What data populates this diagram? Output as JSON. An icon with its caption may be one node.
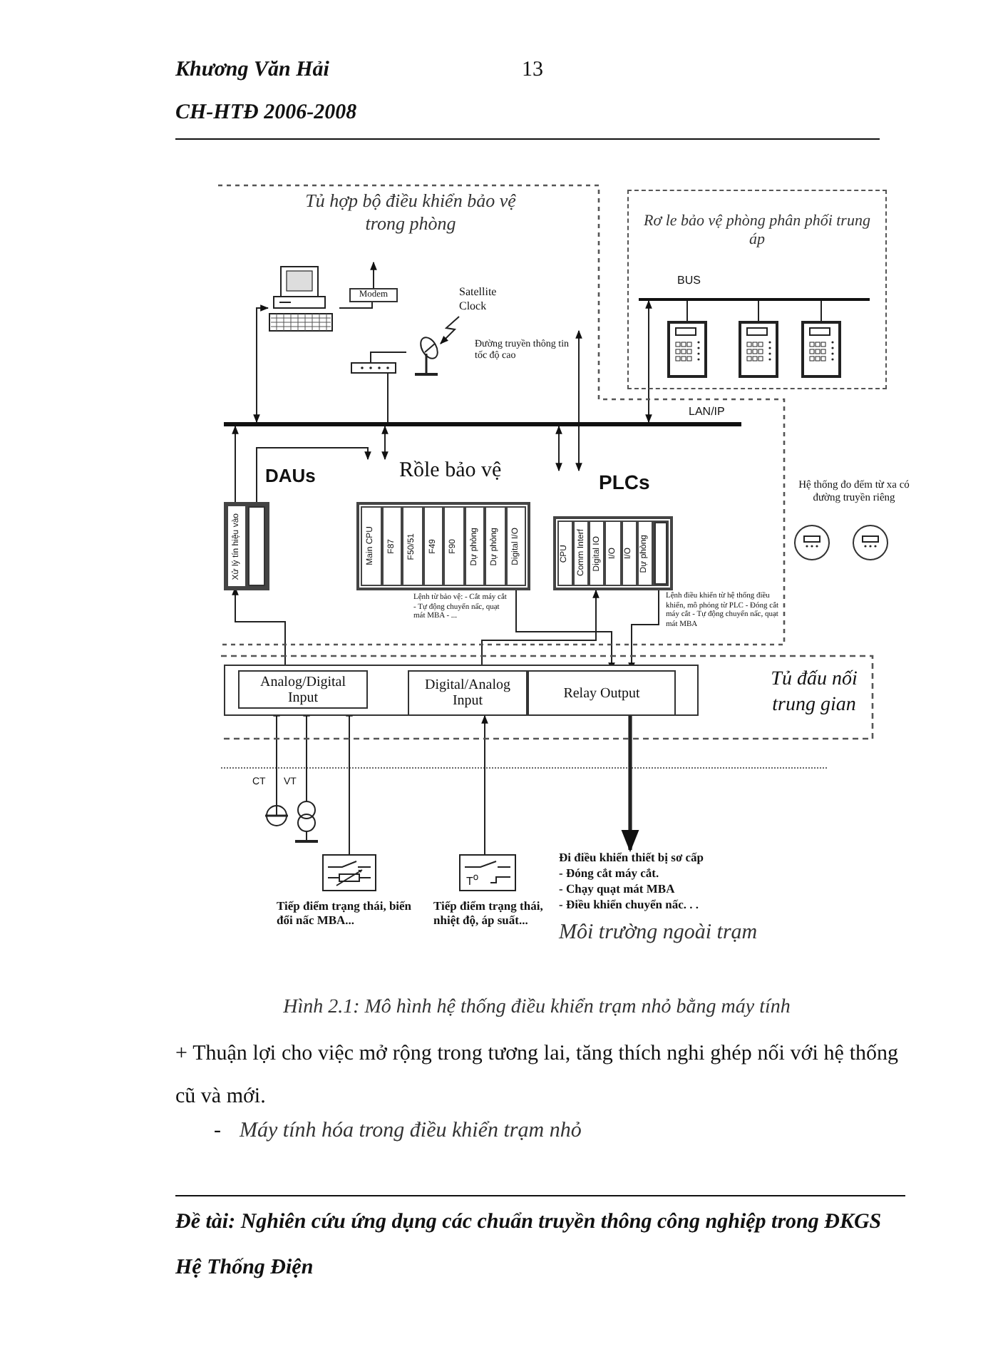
{
  "diagram": {
    "caption": "Hình 2.1: Mô hình hệ thống điều khiển trạm nhỏ bằng máy tính",
    "nodes": [
      {
        "text": [
          "Tủ hợp bộ điều khiển bảo vệ trong phòng"
        ]
      },
      {
        "text": [
          "Rơ le bảo vệ phòng phân phối trung áp"
        ]
      },
      {
        "text": [],
        "shape": "picture",
        "in": 0
      },
      {
        "text": [
          "Modem"
        ],
        "in": 0
      },
      {
        "text": [],
        "shape": "picture",
        "in": 0
      },
      {
        "text": [
          "Satellite Clock"
        ],
        "in": 0
      },
      {
        "text": [],
        "shape": "picture",
        "in": 0
      },
      {
        "text": [],
        "shape": "bar",
        "in": 0
      },
      {
        "text": [],
        "shape": "bar",
        "in": 1
      },
      {
        "text": [],
        "shape": "picture"
      },
      {
        "text": [],
        "shape": "picture"
      },
      {
        "text": [],
        "shape": "picture",
        "in": 1
      },
      {
        "text": [
          "DAUs"
        ],
        "in": 0
      },
      {
        "text": [
          "Xử lý tín hiệu vào"
        ],
        "in": 12
      },
      {
        "text": [],
        "shape": "box",
        "in": 12
      },
      {
        "text": [
          "Rồle bảo vệ"
        ],
        "in": 0
      },
      {
        "text": [
          "Main CPU"
        ],
        "in": 15
      },
      {
        "text": [
          "F87"
        ],
        "in": 15
      },
      {
        "text": [
          "F50/51"
        ],
        "in": 15
      },
      {
        "text": [
          "F49"
        ],
        "in": 15
      },
      {
        "text": [
          "F90"
        ],
        "in": 15
      },
      {
        "text": [
          "Dự phòng"
        ],
        "in": 15
      },
      {
        "text": [
          "Dự phòng"
        ],
        "in": 15
      },
      {
        "text": [
          "Digital I/O"
        ],
        "in": 15
      },
      {
        "text": [
          "PLCs"
        ],
        "in": 0
      },
      {
        "text": [
          "CPU"
        ],
        "in": 24
      },
      {
        "text": [
          "Comm Interf"
        ],
        "in": 24
      },
      {
        "text": [
          "Digital IO"
        ],
        "in": 24
      },
      {
        "text": [
          "I/O"
        ],
        "in": 24
      },
      {
        "text": [
          "I/O"
        ],
        "in": 24
      },
      {
        "text": [
          "Dự phòng"
        ],
        "in": 24
      },
      {
        "text": [],
        "shape": "box",
        "in": 24
      },
      {
        "text": [],
        "shape": "circle"
      },
      {
        "text": [],
        "shape": "circle"
      },
      {
        "text": [
          "Tủ đấu nối trung gian"
        ]
      },
      {
        "text": [],
        "shape": "box",
        "in": 34
      },
      {
        "text": [
          "Analog/Digital Input"
        ],
        "in": 35
      },
      {
        "text": [
          "Digital/Analog Input"
        ],
        "in": 35
      },
      {
        "text": [
          "Relay Output"
        ],
        "in": 35
      },
      {
        "text": [],
        "shape": "circle"
      },
      {
        "text": [],
        "shape": "picture"
      },
      {
        "text": [],
        "shape": "picture"
      },
      {
        "text": [
          "T$^{o}$"
        ]
      },
      {
        "text": [
          "Đi điều khiển thiết bị sơ cấp",
          "- Đóng cắt máy cắt.",
          "- Chạy quạt mát MBA",
          "- Điều khiển chuyển nấc. . ."
        ]
      }
    ],
    "edges": [
      {
        "from": 7,
        "to": 2,
        "arrow": "both"
      },
      {
        "from": 2,
        "to": 3,
        "arrow": "none"
      },
      {
        "from": 3,
        "to": null,
        "arrow": "to"
      },
      {
        "from": 5,
        "to": 6,
        "arrow": "to"
      },
      {
        "from": 4,
        "to": 6,
        "arrow": "none"
      },
      {
        "from": 4,
        "to": 7,
        "arrow": "none"
      },
      {
        "from": 13,
        "to": 7,
        "arrow": "to"
      },
      {
        "from": 15,
        "to": 7,
        "arrow": "both"
      },
      {
        "from": 14,
        "to": 15,
        "arrow": "to"
      },
      {
        "from": 24,
        "to": 7,
        "arrow": "both"
      },
      {
        "from": 24,
        "to": null,
        "arrow": "both",
        "label": "Đường truyền thông tin tốc độ cao"
      },
      {
        "from": 7,
        "to": 8,
        "arrow": "both"
      },
      {
        "from": 8,
        "to": 9,
        "arrow": "none"
      },
      {
        "from": 8,
        "to": 10,
        "arrow": "none"
      },
      {
        "from": 8,
        "to": 11,
        "arrow": "none"
      },
      {
        "from": 36,
        "to": 13,
        "arrow": "to"
      },
      {
        "from": 15,
        "to": 38,
        "arrow": "to"
      },
      {
        "from": 24,
        "to": 38,
        "arrow": "to"
      },
      {
        "from": 37,
        "to": 24,
        "arrow": "to"
      },
      {
        "from": 39,
        "to": 36,
        "arrow": "to"
      },
      {
        "from": 40,
        "to": 36,
        "arrow": "to"
      },
      {
        "from": 41,
        "to": 36,
        "arrow": "to"
      },
      {
        "from": 42,
        "to": 37,
        "arrow": "to"
      },
      {
        "from": 38,
        "to": 43,
        "arrow": "to",
        "style": "thick"
      }
    ],
    "labels": [
      "Khương Văn Hải",
      "13",
      "CH-HTĐ 2006-2008",
      "LAN/IP",
      "BUS",
      "Lệnh từ bảo vệ: - Cắt máy cắt - Tự động chuyển nấc, quạt mát MBA - ...",
      "Lệnh điều khiển từ hệ thống điều khiển, mô phỏng từ PLC - Đóng cắt máy cắt - Tự động chuyển nấc, quạt mát MBA",
      "Hệ thống đo đếm từ xa có đường truyền riêng",
      "CT",
      "VT",
      "Tiếp điểm trạng thái, biến đổi nấc MBA...",
      "Tiếp điểm trạng thái, nhiệt độ, áp suất...",
      "Môi trường ngoài trạm",
      "+ Thuận lợi cho việc mở rộng trong tương lai, tăng thích nghi ghép nối với hệ thống cũ và mới.",
      "-",
      "Máy tính hóa trong điều khiển trạm nhỏ",
      "Đề tài: Nghiên cứu ứng dụng các chuẩn truyền thông công nghiệp trong ĐKGS Hệ Thống Điện"
    ]
  }
}
